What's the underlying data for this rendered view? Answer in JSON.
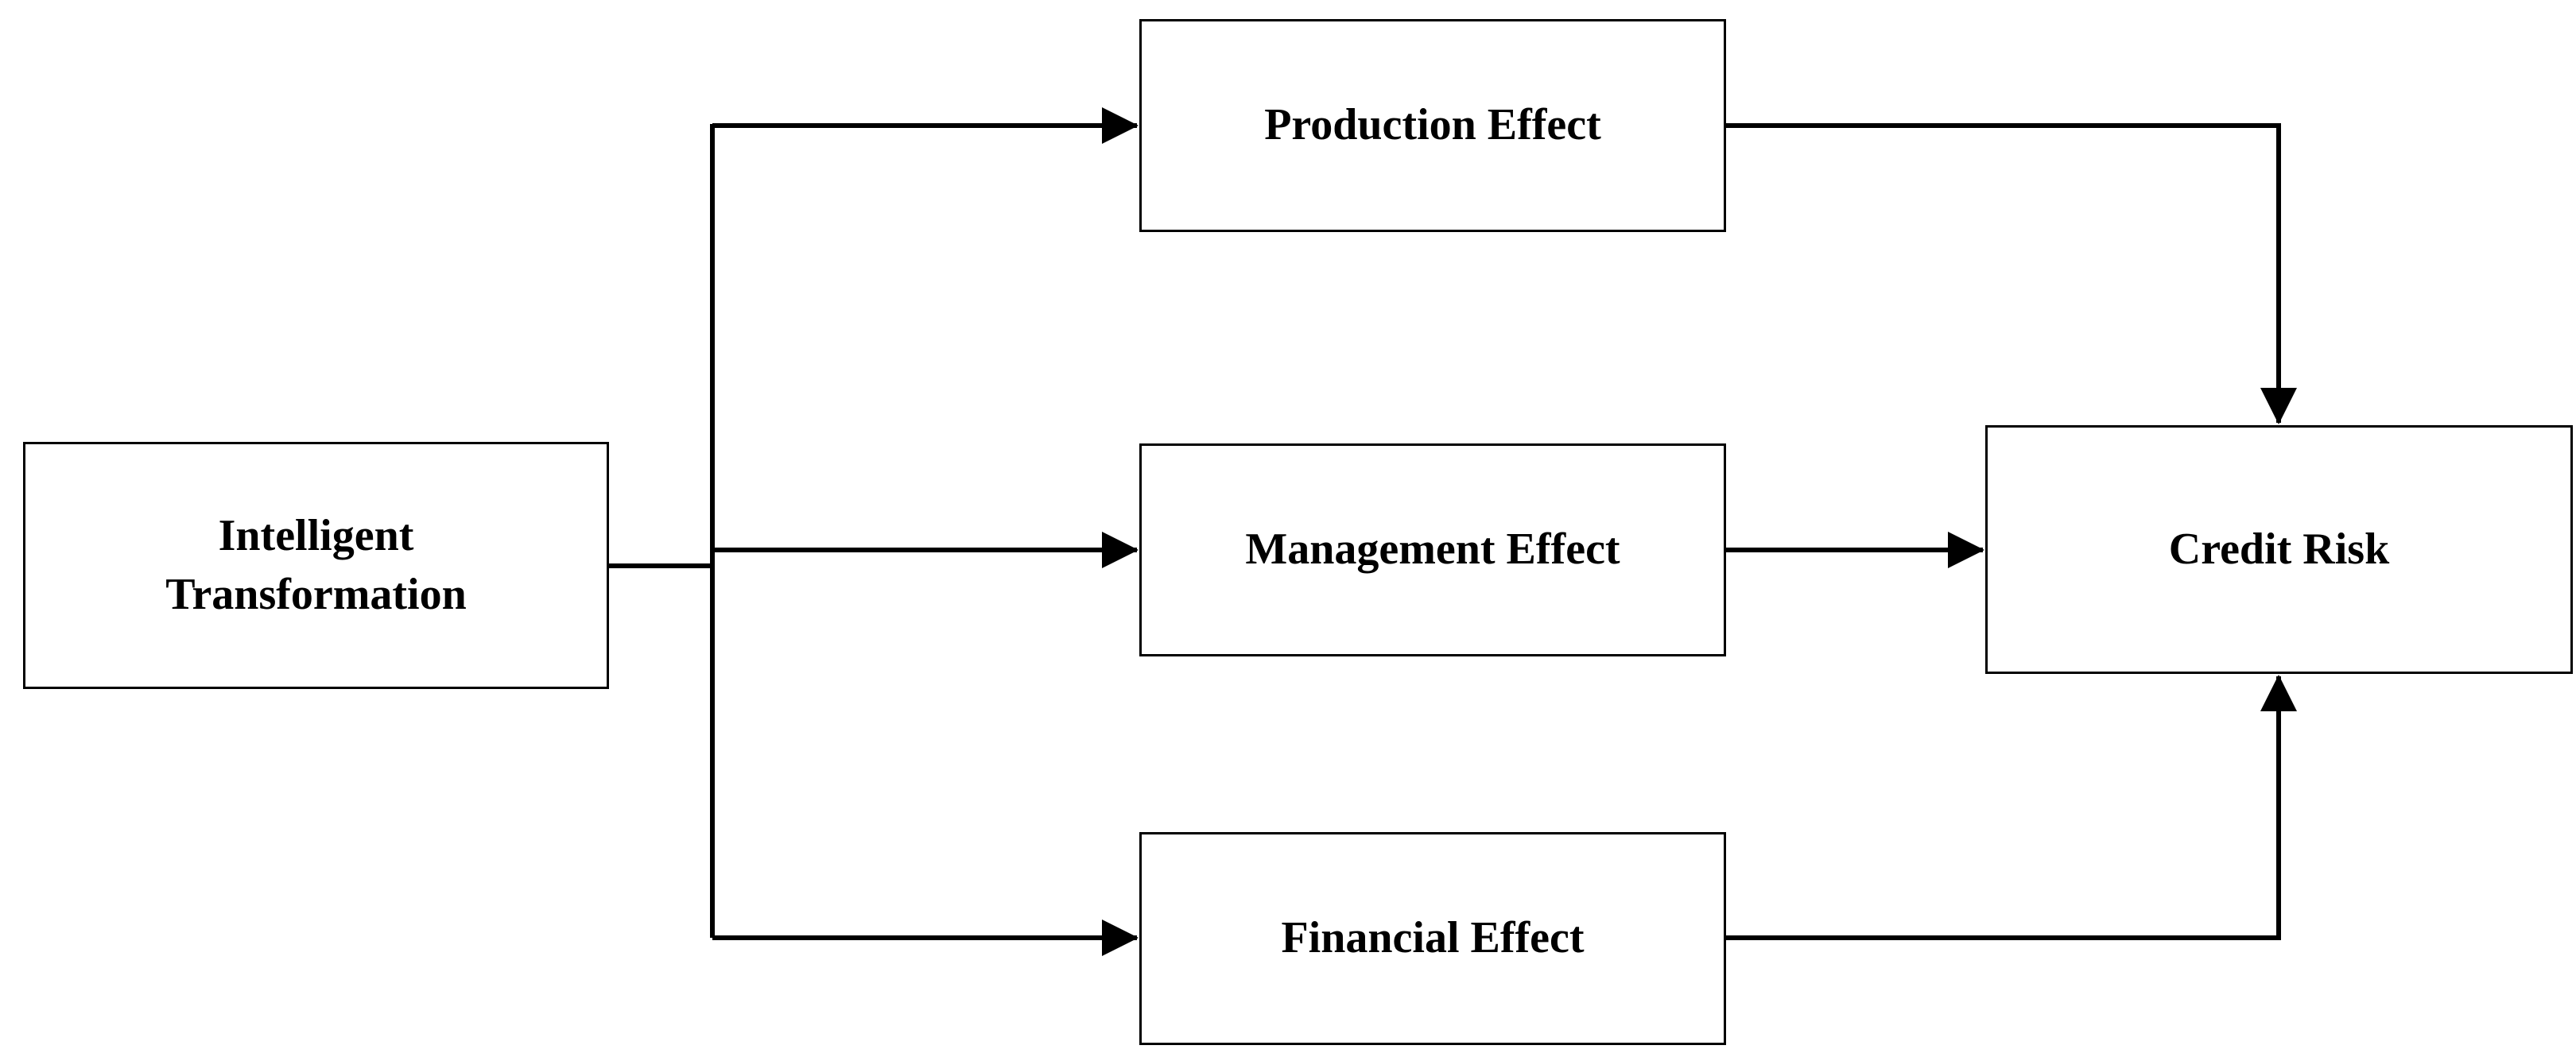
{
  "diagram": {
    "nodes": {
      "intelligent_transformation": "Intelligent\nTransformation",
      "production_effect": "Production Effect",
      "management_effect": "Management Effect",
      "financial_effect": "Financial Effect",
      "credit_risk": "Credit Risk"
    },
    "edges": [
      {
        "from": "Intelligent Transformation",
        "to": "Production Effect"
      },
      {
        "from": "Intelligent Transformation",
        "to": "Management Effect"
      },
      {
        "from": "Intelligent Transformation",
        "to": "Financial Effect"
      },
      {
        "from": "Production Effect",
        "to": "Credit Risk"
      },
      {
        "from": "Management Effect",
        "to": "Credit Risk"
      },
      {
        "from": "Financial Effect",
        "to": "Credit Risk"
      }
    ],
    "colors": {
      "stroke": "#000000",
      "background": "#ffffff"
    }
  }
}
